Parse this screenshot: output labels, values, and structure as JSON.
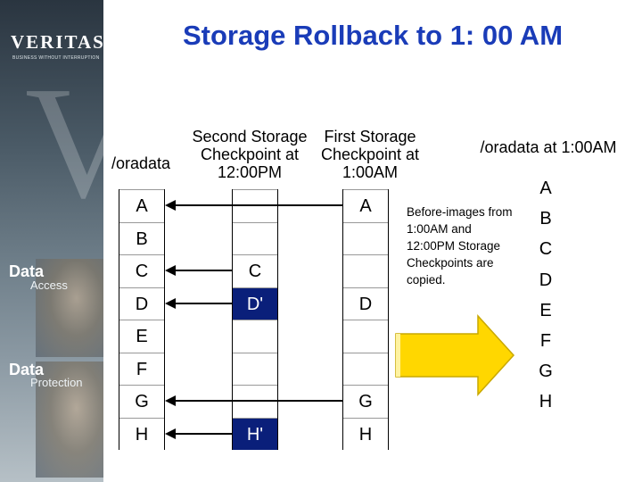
{
  "slide": {
    "title": "Storage Rollback to 1: 00 AM"
  },
  "sidebar": {
    "logo": "VERITAS",
    "logo_tagline": "BUSINESS WITHOUT INTERRUPTION",
    "section1_title": "Data",
    "section1_sub": "Access",
    "section2_title": "Data",
    "section2_sub": "Protection"
  },
  "headers": {
    "oradata": "/oradata",
    "second_checkpoint": [
      "Second Storage",
      "Checkpoint at",
      "12:00PM"
    ],
    "first_checkpoint": [
      "First Storage",
      "Checkpoint at",
      "1:00AM"
    ],
    "oradata_at": "/oradata at 1:00AM"
  },
  "columns": {
    "oradata_blocks": [
      "A",
      "B",
      "C",
      "D",
      "E",
      "F",
      "G",
      "H"
    ],
    "second_checkpoint_blocks": [
      "",
      "",
      "C",
      "D'",
      "",
      "",
      "",
      "H'"
    ],
    "first_checkpoint_blocks": [
      "A",
      "",
      "",
      "D",
      "",
      "",
      "G",
      "H"
    ],
    "result_blocks": [
      "A",
      "B",
      "C",
      "D",
      "E",
      "F",
      "G",
      "H"
    ]
  },
  "note": "Before-images from 1:00AM and 12:00PM Storage Checkpoints are copied.",
  "colors": {
    "title": "#1a3cb8",
    "arrow_fill": "#ffd700",
    "highlight": "#0a1f7a"
  }
}
